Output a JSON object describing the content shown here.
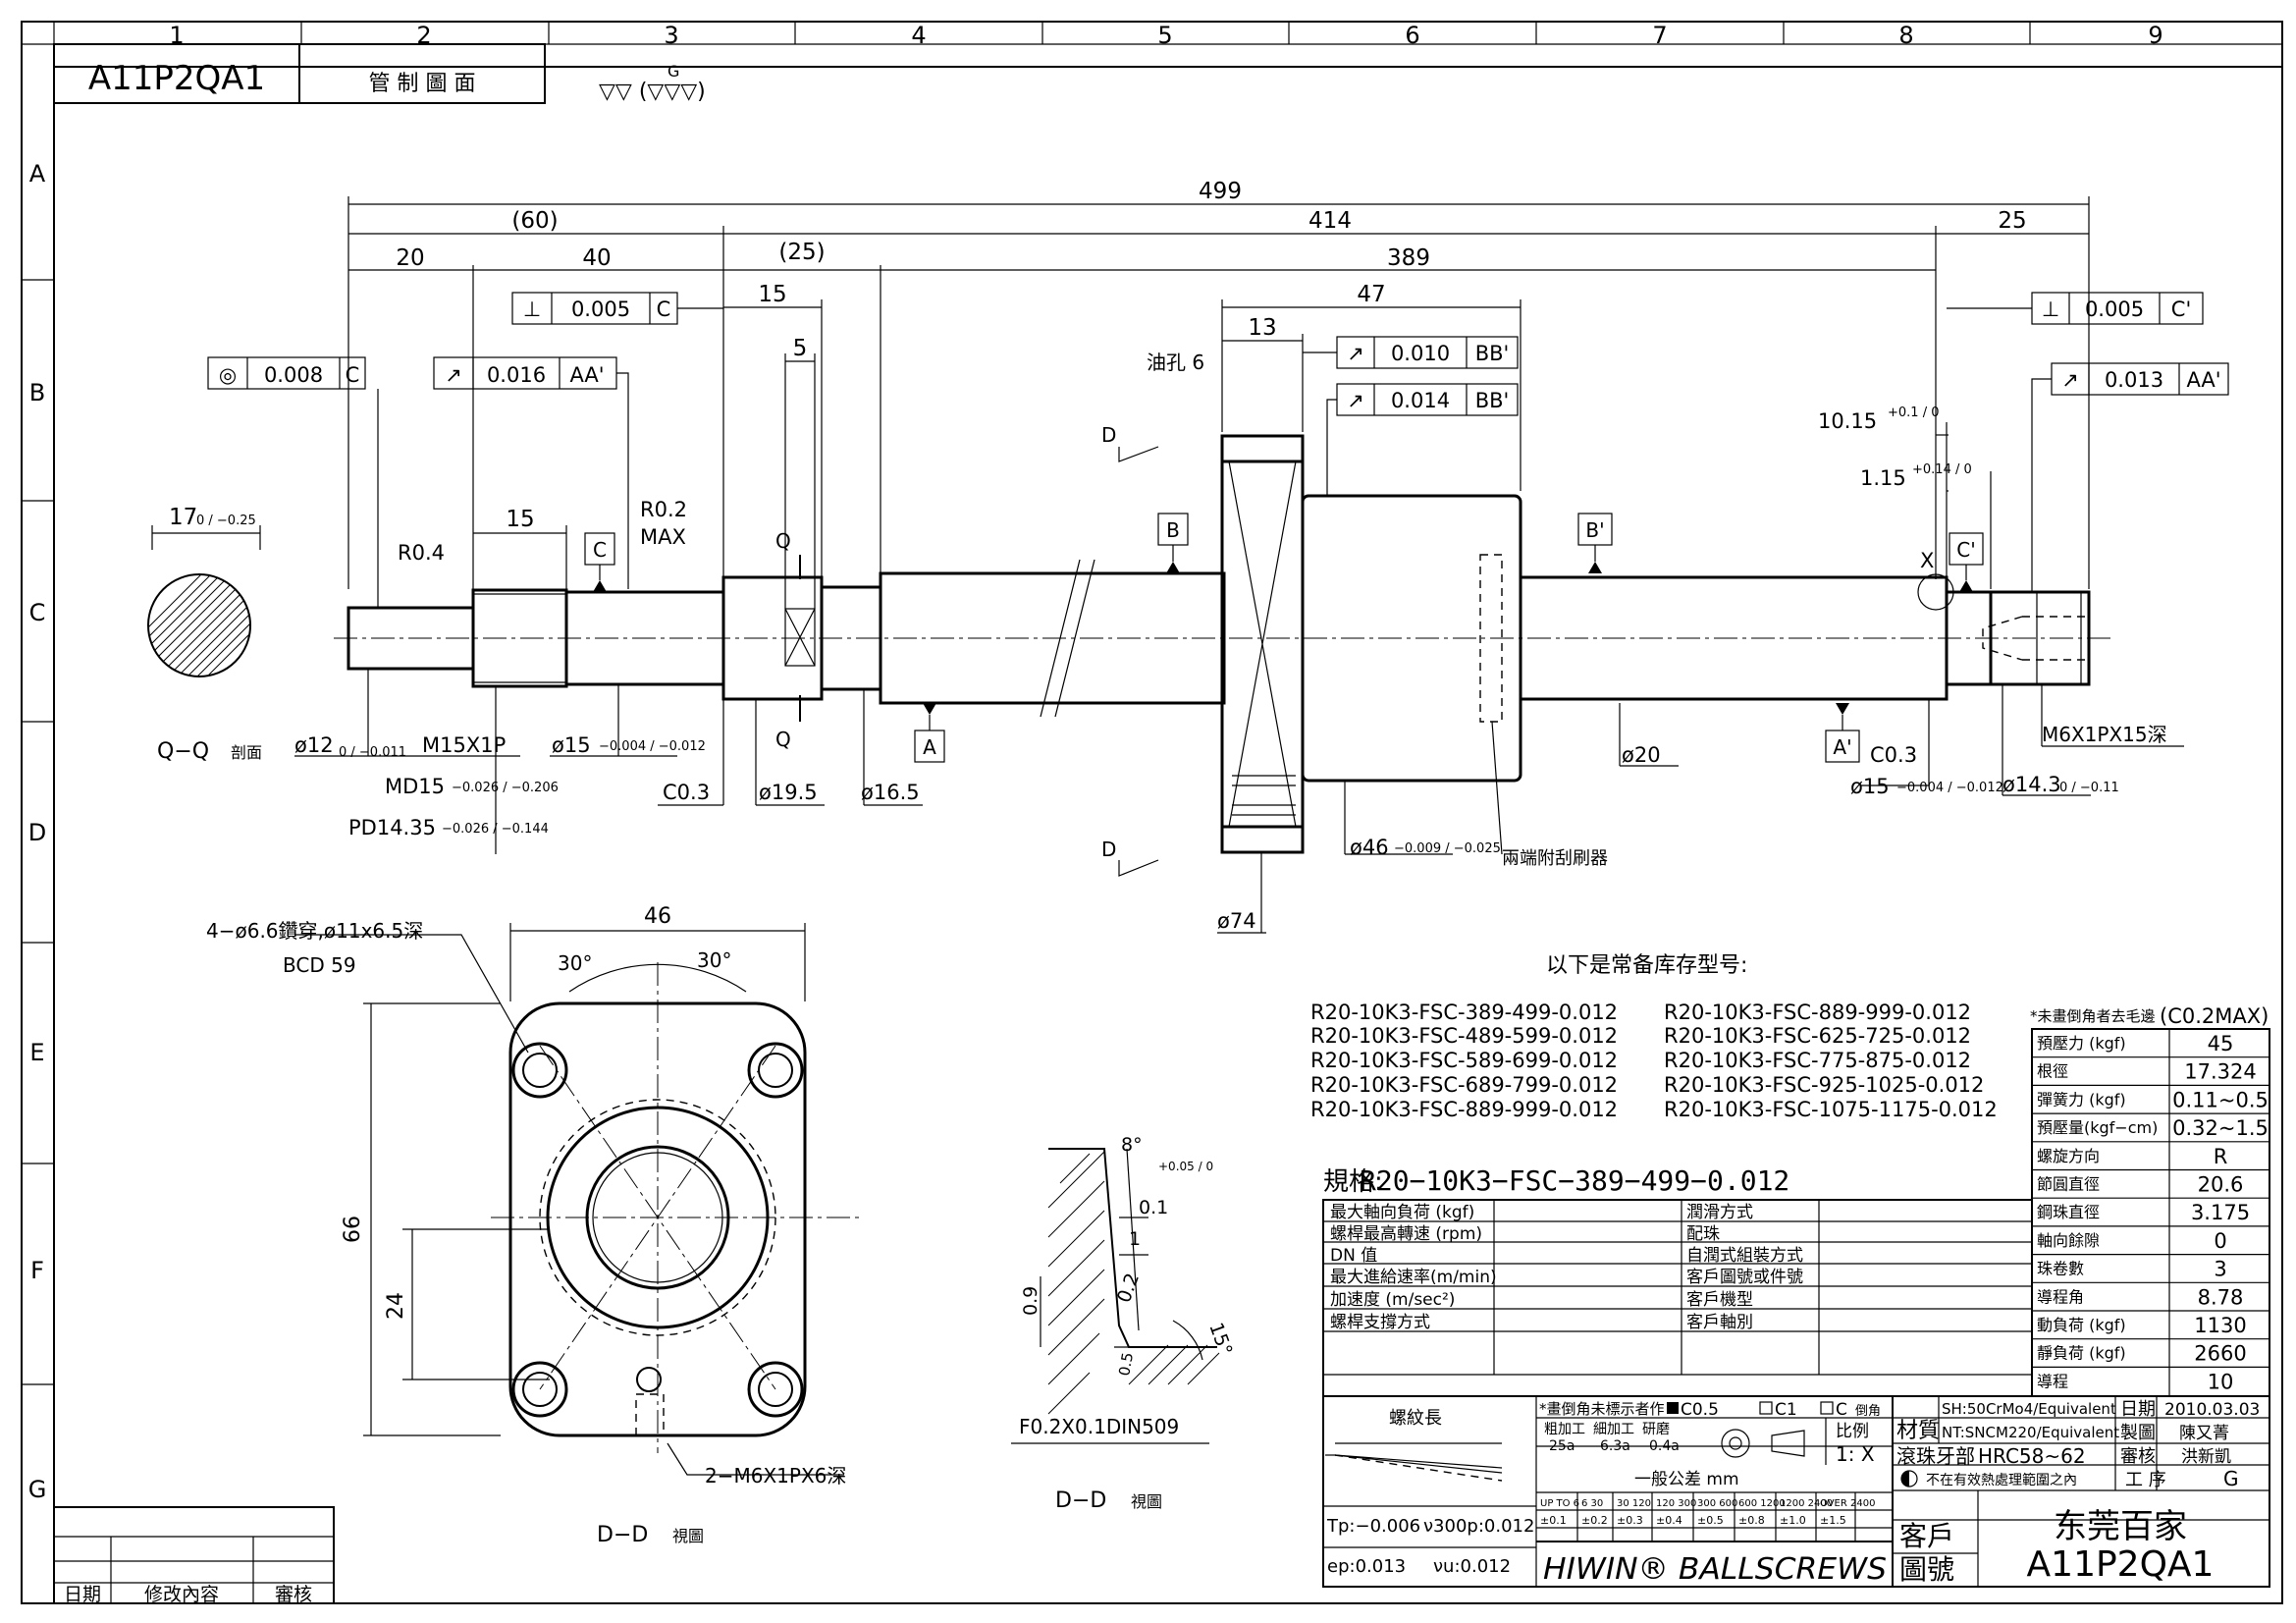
{
  "title_block_top": {
    "drawing_no": "A11P2QA1",
    "title": "管 制 圖 面",
    "surface_symbol": "▽▽ (▽▽▽)",
    "surface_g": "G"
  },
  "grid": {
    "cols": [
      "1",
      "2",
      "3",
      "4",
      "5",
      "6",
      "7",
      "8",
      "9"
    ],
    "rows": [
      "A",
      "B",
      "C",
      "D",
      "E",
      "F",
      "G"
    ]
  },
  "dims": {
    "overall": "499",
    "d60": "(60)",
    "d414": "414",
    "d25r": "25",
    "d20": "20",
    "d40": "40",
    "d25p": "(25)",
    "d389": "389",
    "d15a": "15",
    "d5": "5",
    "d47": "47",
    "d13": "13",
    "oil_hole": "油孔 6",
    "d15b": "15",
    "d17": "17",
    "d17tol": "0 / −0.25",
    "r04": "R0.4",
    "r02": "R0.2",
    "max": "MAX",
    "d1015": "10.15",
    "d1015tol": "+0.1 / 0",
    "d115": "1.15",
    "d115tol": "+0.14 / 0",
    "x_mark": "X",
    "phi12": "ø12",
    "phi12tol": "0 / −0.011",
    "m15": "M15X1P",
    "md15": "MD15",
    "md15tol": "−0.026 / −0.206",
    "pd1435": "PD14.35",
    "pd1435tol": "−0.026 / −0.144",
    "phi15a": "ø15",
    "phi15atol": "−0.004 / −0.012",
    "c03a": "C0.3",
    "phi195": "ø19.5",
    "phi165": "ø16.5",
    "phi20": "ø20",
    "c03b": "C0.3",
    "phi15b": "ø15",
    "phi15btol": "−0.004 / −0.012",
    "phi143": "ø14.3",
    "phi143tol": "0 / −0.11",
    "m6": "M6X1PX15深",
    "phi46": "ø46",
    "phi46tol": "−0.009 / −0.025",
    "phi74": "ø74",
    "wiper": "兩端附刮刷器",
    "qq": "Q−Q",
    "qq_sub": "剖面",
    "label_q": "Q",
    "label_d": "D"
  },
  "fcf": {
    "perp_left": {
      "sym": "⊥",
      "val": "0.005",
      "ref": "C"
    },
    "conc": {
      "sym": "◎",
      "val": "0.008",
      "ref": "C"
    },
    "run_left": {
      "sym": "↗",
      "val": "0.016",
      "ref": "AA'"
    },
    "run_nut1": {
      "sym": "↗",
      "val": "0.010",
      "ref": "BB'"
    },
    "run_nut2": {
      "sym": "↗",
      "val": "0.014",
      "ref": "BB'"
    },
    "perp_right": {
      "sym": "⊥",
      "val": "0.005",
      "ref": "C'"
    },
    "run_right": {
      "sym": "↗",
      "val": "0.013",
      "ref": "AA'"
    }
  },
  "datums": {
    "a": "A",
    "a2": "A'",
    "b": "B",
    "b2": "B'",
    "c": "C",
    "c2": "C'"
  },
  "flange_view": {
    "d46": "46",
    "holes": "4−ø6.6鑽穿,ø11x6.5深",
    "bcd": "BCD 59",
    "ang1": "30°",
    "ang2": "30°",
    "d66": "66",
    "d24": "24",
    "tap": "2−M6X1PX6深",
    "caption": "D−D",
    "caption_sub": "視圖"
  },
  "detail_view": {
    "ang8": "8°",
    "tol8": "+0.05 / 0",
    "d01": "0.1",
    "d1": "1",
    "d02": "0.2",
    "d09": "0.9",
    "d05": "0.5",
    "ang15": "15°",
    "note": "F0.2X0.1DIN509",
    "caption": "D−D",
    "caption_sub": "視圖"
  },
  "stock": {
    "title": "以下是常备库存型号:",
    "left": [
      "R20-10K3-FSC-389-499-0.012",
      "R20-10K3-FSC-489-599-0.012",
      "R20-10K3-FSC-589-699-0.012",
      "R20-10K3-FSC-689-799-0.012",
      "R20-10K3-FSC-889-999-0.012"
    ],
    "right": [
      "R20-10K3-FSC-889-999-0.012",
      "R20-10K3-FSC-625-725-0.012",
      "R20-10K3-FSC-775-875-0.012",
      "R20-10K3-FSC-925-1025-0.012",
      "R20-10K3-FSC-1075-1175-0.012"
    ]
  },
  "spec": {
    "label": "規格:",
    "value": "R20−10K3−FSC−389−499−0.012",
    "rows_left": [
      "最大軸向負荷 (kgf)",
      "螺桿最高轉速 (rpm)",
      "DN 值",
      "最大進給速率(m/min)",
      "加速度 (m/sec²)",
      "螺桿支撐方式"
    ],
    "rows_mid": [
      "潤滑方式",
      "配珠",
      "自潤式組裝方式",
      "客戶圖號或件號",
      "客戶機型",
      "客戶軸別"
    ]
  },
  "params": {
    "note": "*未畫倒角者去毛邊",
    "note_val": "(C0.2MAX)",
    "rows": [
      {
        "k": "預壓力 (kgf)",
        "v": "45"
      },
      {
        "k": "根徑",
        "v": "17.324"
      },
      {
        "k": "彈簧力 (kgf)",
        "v": "0.11~0.5"
      },
      {
        "k": "預壓量(kgf−cm)",
        "v": "0.32~1.5"
      },
      {
        "k": "螺旋方向",
        "v": "R"
      },
      {
        "k": "節圓直徑",
        "v": "20.6"
      },
      {
        "k": "鋼珠直徑",
        "v": "3.175"
      },
      {
        "k": "軸向餘隙",
        "v": "0"
      },
      {
        "k": "珠卷數",
        "v": "3"
      },
      {
        "k": "導程角",
        "v": "8.78"
      },
      {
        "k": "動負荷 (kgf)",
        "v": "1130"
      },
      {
        "k": "靜負荷 (kgf)",
        "v": "2660"
      },
      {
        "k": "導程",
        "v": "10"
      }
    ]
  },
  "bottom": {
    "thread_len": "螺紋長",
    "tp": "Tp:−0.006",
    "v300": "ν300p:0.012",
    "ep": "ep:0.013",
    "vu": "νu:0.012",
    "chamfer_note": "*畫倒角未標示者作",
    "c05": "C0.5",
    "c1": "C1",
    "c_only": "C",
    "chamfer": "倒角",
    "rough": "粗加工",
    "fine": "細加工",
    "grind": "研磨",
    "r25": "25a",
    "r63": "6.3a",
    "r04": "0.4a",
    "scale_lbl": "比例",
    "scale": "1: X",
    "gen_tol": "一般公差 mm",
    "tol_hdr": [
      "UP TO 6",
      "6 30",
      "30 120",
      "120 300",
      "300 600",
      "600 1200",
      "1200 2400",
      "OVER 2400"
    ],
    "tol_vals": [
      "±0.1",
      "±0.2",
      "±0.3",
      "±0.4",
      "±0.5",
      "±0.8",
      "±1.0",
      "±1.5"
    ],
    "logo": "HIWIN® BALLSCREWS",
    "mat_lbl": "材質",
    "mat1": "SH:50CrMo4/Equivalent",
    "mat2": "NT:SNCM220/Equivalent",
    "hard_lbl": "滾珠牙部",
    "hard": "HRC58~62",
    "heat": "不在有效熱處理範圍之內",
    "date_lbl": "日期",
    "date": "2010.03.03",
    "draw_lbl": "製圖",
    "drawer": "陳又菁",
    "check_lbl": "審核",
    "checker": "洪新凱",
    "proc_lbl": "工 序",
    "proc": "G",
    "cust_lbl": "客戶",
    "cust": "东莞百家",
    "dwg_lbl": "圖號",
    "dwg": "A11P2QA1"
  },
  "revision": {
    "date": "日期",
    "content": "修改內容",
    "check": "審核"
  }
}
